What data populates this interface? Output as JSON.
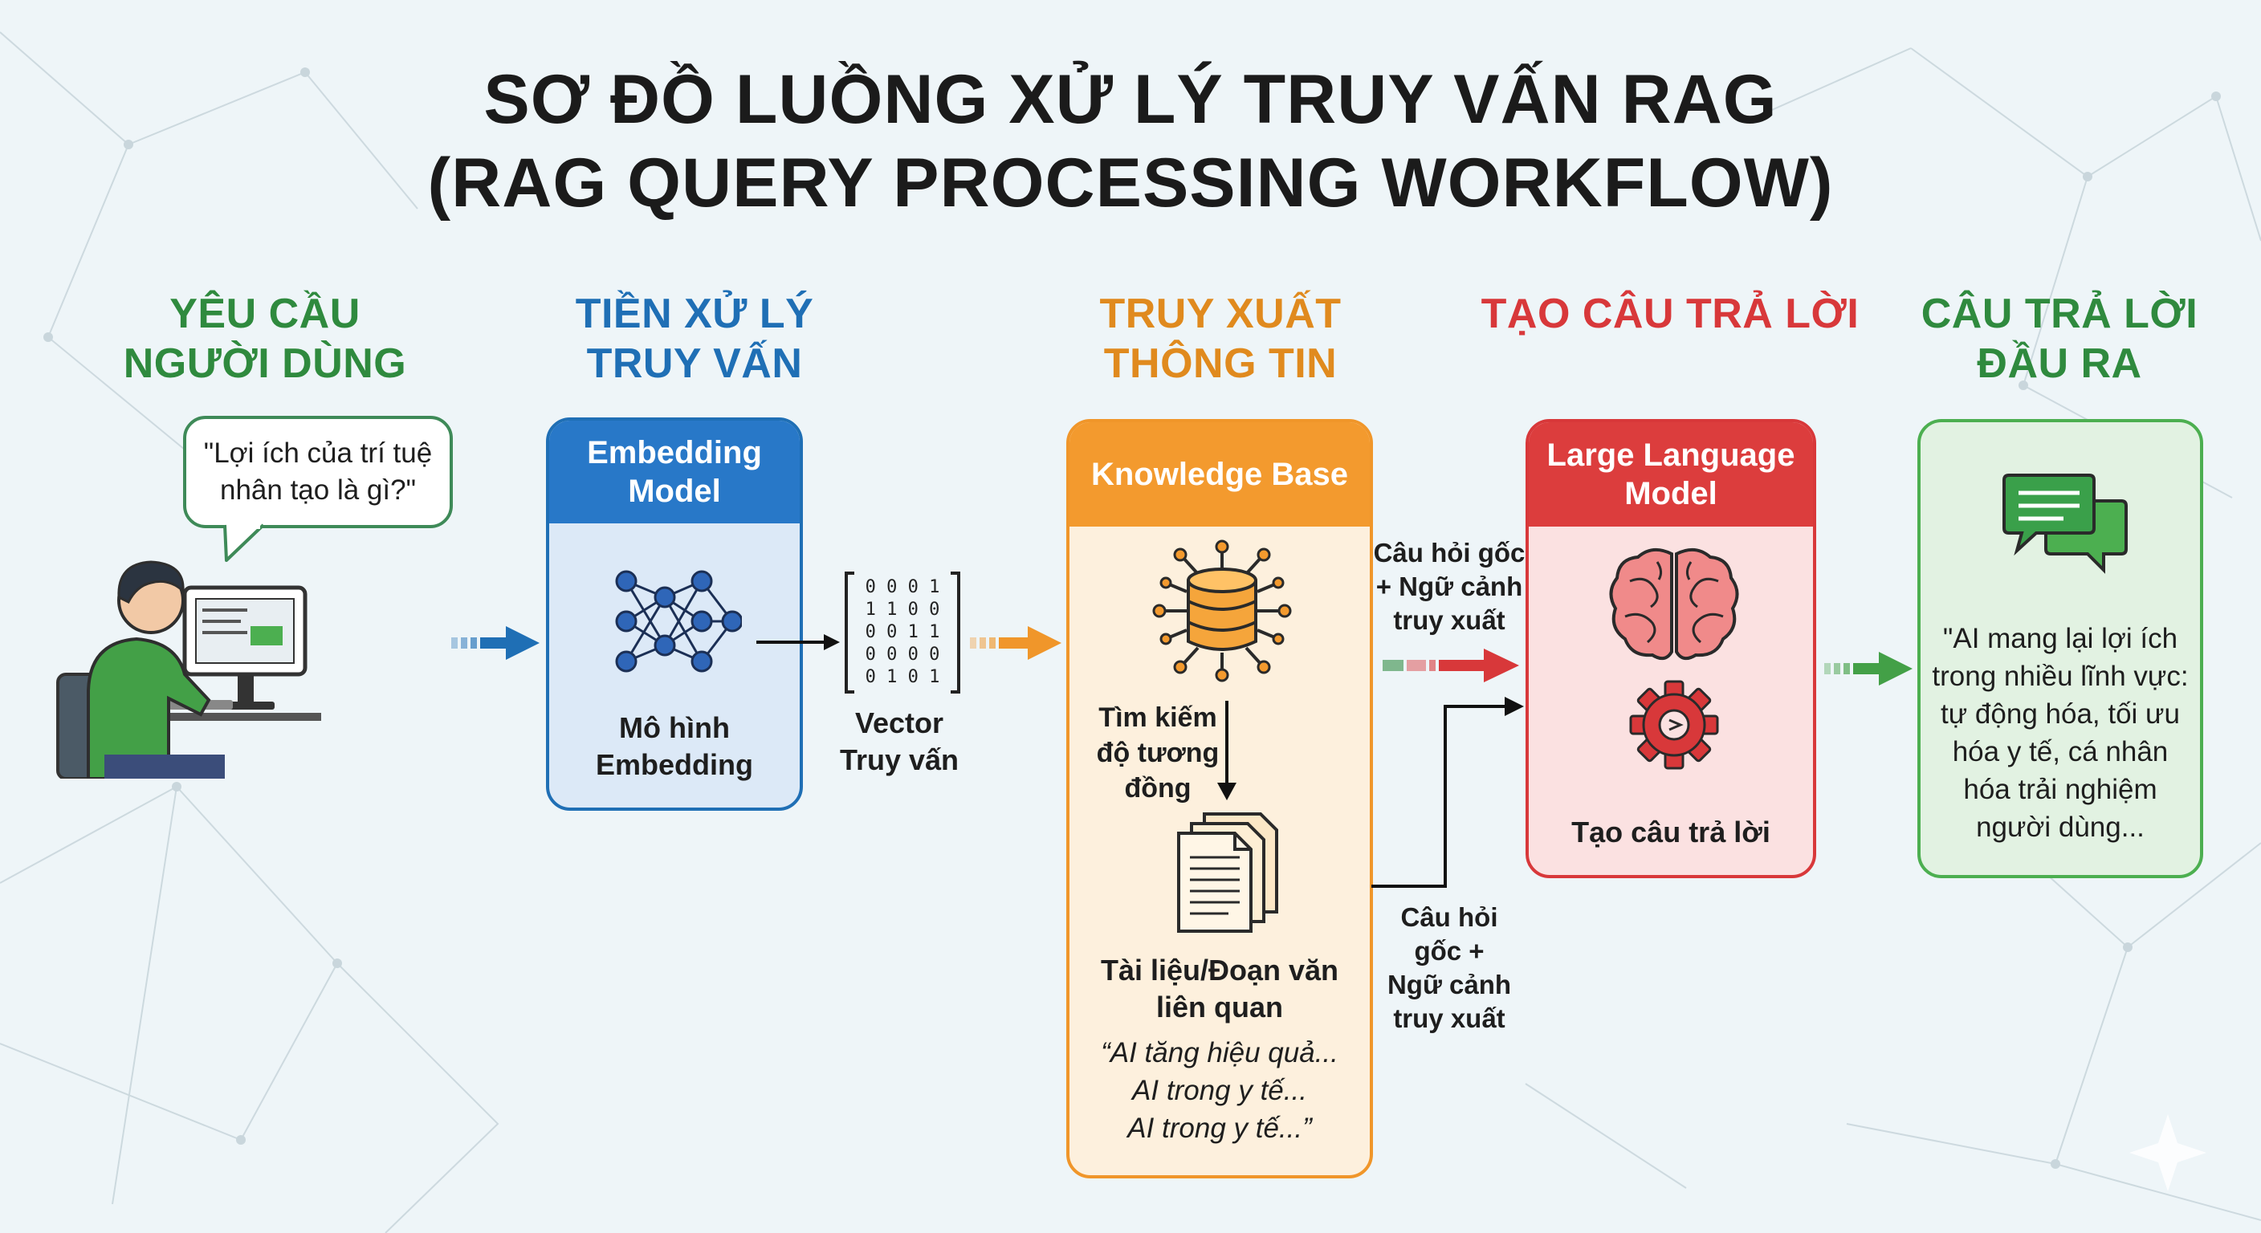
{
  "title": {
    "line1": "SƠ ĐỒ LUỒNG XỬ LÝ TRUY VẤN RAG",
    "line2": "(RAG QUERY PROCESSING WORKFLOW)"
  },
  "stages": [
    {
      "line1": "YÊU CẦU",
      "line2": "NGƯỜI DÙNG",
      "color": "#2f8a3e"
    },
    {
      "line1": "TIỀN XỬ LÝ",
      "line2": "TRUY VẤN",
      "color": "#1f6fb5"
    },
    {
      "line1": "TRUY XUẤT",
      "line2": "THÔNG TIN",
      "color": "#e08a1e"
    },
    {
      "line1": "TẠO CÂU TRẢ LỜI",
      "line2": "",
      "color": "#d8383a"
    },
    {
      "line1": "CÂU TRẢ LỜI",
      "line2": "ĐẦU RA",
      "color": "#2f8a3e"
    }
  ],
  "user": {
    "bubble_line1": "\"Lợi ích của trí tuệ",
    "bubble_line2": "nhân tạo là gì?\""
  },
  "embedding": {
    "header_line1": "Embedding",
    "header_line2": "Model",
    "label_line1": "Mô hình",
    "label_line2": "Embedding",
    "icon": "neural-network-icon"
  },
  "vector": {
    "rows": [
      "0 0 0 1",
      "1 1 0 0",
      "0 0 1 1",
      "0 0 0 0",
      "0 1 0 1"
    ],
    "label_line1": "Vector",
    "label_line2": "Truy vấn"
  },
  "knowledge": {
    "header": "Knowledge Base",
    "search_line1": "Tìm kiếm",
    "search_line2": "độ tương đồng",
    "docs_line1": "Tài liệu/Đoạn văn",
    "docs_line2": "liên quan",
    "quote_line1": "“AI tăng hiệu quả...",
    "quote_line2": "AI trong y tế...",
    "quote_line3": "AI trong y tế...”",
    "icons": [
      "database-network-icon",
      "documents-icon"
    ]
  },
  "context_top": {
    "line1": "Câu hỏi gốc",
    "line2": "+ Ngữ cảnh",
    "line3": "truy xuất"
  },
  "context_bottom": {
    "line1": "Câu hỏi",
    "line2": "gốc +",
    "line3": "Ngữ cảnh",
    "line4": "truy xuất"
  },
  "llm": {
    "header_line1": "Large Language",
    "header_line2": "Model",
    "label": "Tạo câu trả lời",
    "icons": [
      "brain-icon",
      "gear-icon"
    ]
  },
  "output": {
    "line1": "\"AI mang lại lợi ích",
    "line2": "trong nhiều lĩnh vực:",
    "line3": "tự động hóa, tối ưu",
    "line4": "hóa y tế, cá nhân",
    "line5": "hóa trải nghiệm",
    "line6": "người dùng...",
    "icon": "chat-bubbles-icon"
  },
  "colors": {
    "green": "#2f8a3e",
    "blue": "#1f6fb5",
    "orange": "#f0962a",
    "red": "#d8383a",
    "dark": "#1b1b1b"
  }
}
